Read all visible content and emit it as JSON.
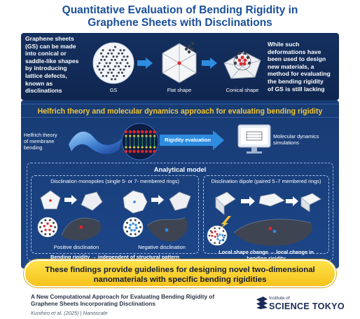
{
  "title": {
    "line1": "Quantitative Evaluation of Bending Rigidity in",
    "line2": "Graphene Sheets with Disclinations"
  },
  "intro": {
    "left_text": [
      "Graphene sheets",
      "(GS) can be made",
      "into conical or",
      "saddle-like shapes",
      "by introducing",
      "lattice defects,",
      "known as",
      "disclinations"
    ],
    "right_text": [
      "While such",
      "deformations have",
      "been used to design",
      "new materials, a",
      "method for evaluating",
      "the bending rigidity",
      "of GS is still lacking"
    ],
    "label_gs": "GS",
    "label_flat": "Flat shape",
    "label_conical": "Conical shape"
  },
  "helfrich": {
    "heading": "Helfrich theory and molecular dynamics approach for evaluating bending rigidity",
    "left_label": [
      "Helfrich theory",
      "of membrane",
      "bending"
    ],
    "arrow_label": "Rigidity evaluation",
    "right_label": [
      "Molecular dynamics",
      "simulations"
    ]
  },
  "model": {
    "heading": "Analytical model",
    "monopole_title": "Disclination monopoles (single 5- or 7- membered rings)",
    "positive_label": "Positive disclination",
    "negative_label": "Negative disclination",
    "monopole_result": "Bending rigidity → independent of structural pattern",
    "dipole_title": "Disclination dipole (paired 5–7 membered rings)",
    "dipole_result": [
      "Local shape change → local change in",
      "bending rigidity"
    ]
  },
  "banner": {
    "line1": "These findings provide guidelines for designing novel two-dimensional",
    "line2": "nanomaterials with specific bending rigidities"
  },
  "reference": {
    "title_line1": "A New Computational Approach for Evaluating Bending Rigidity of",
    "title_line2": "Graphene Sheets Incorporating Disclinations",
    "authors": "Kunihiro et al. (2025)",
    "journal": "Nanoscale"
  },
  "logo": {
    "small": "Institute of",
    "big": "SCIENCE TOKYO"
  },
  "colors": {
    "title_blue": "#1a4f9c",
    "panel_navy": "#14305e",
    "heading_yellow": "#f3c737",
    "banner_yellow": "#f6c21b",
    "arrow_blue": "#2d8ce0",
    "defect_red": "#e0262c"
  }
}
